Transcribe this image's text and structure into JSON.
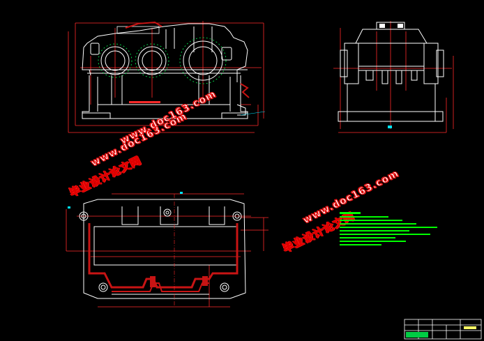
{
  "watermarks": [
    {
      "text": "毕业设计论文网",
      "kind": "cn"
    },
    {
      "text": "www.doc163.com",
      "kind": "url"
    },
    {
      "text": "毕业设计论文网",
      "kind": "cn"
    },
    {
      "text": "www.doc163.com",
      "kind": "url"
    },
    {
      "text": "www.doc163.com",
      "kind": "url"
    }
  ],
  "colors": {
    "background": "#000000",
    "outline": "#ffffff",
    "dimension": "#ff2a2a",
    "centerline": "#ff2a2a",
    "section_fill": "#c81414",
    "hatch": "#00cc44",
    "notes": "#00ff00",
    "annotation": "#00e5ff"
  },
  "views": [
    "front-view",
    "side-view",
    "top-view"
  ],
  "title_block": {
    "label_a": "",
    "label_b": ""
  }
}
